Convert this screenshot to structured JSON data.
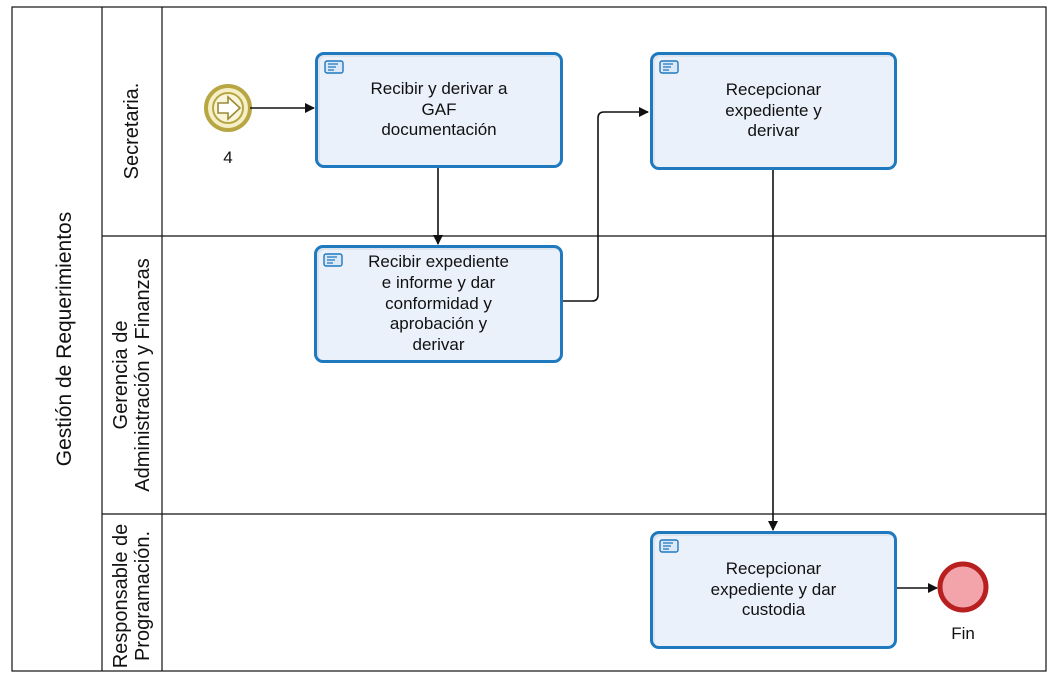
{
  "pool": {
    "title": "Gestión de Requerimientos"
  },
  "lanes": [
    {
      "label": "Secretaria."
    },
    {
      "label": "Gerencia de\nAdministración y Finanzas"
    },
    {
      "label": "Responsable de\nProgramación."
    }
  ],
  "start_event": {
    "label": "4"
  },
  "end_event": {
    "label": "Fin"
  },
  "tasks": [
    {
      "text": "Recibir y derivar a\nGAF\ndocumentación"
    },
    {
      "text": "Recepcionar\nexpediente y\nderivar"
    },
    {
      "text": "Recibir expediente\ne informe y dar\nconformidad y\naprobación  y\nderivar"
    },
    {
      "text": "Recepcionar\nexpediente y dar\ncustodia"
    }
  ],
  "colors": {
    "task_border": "#1f79bf",
    "task_fill": "#eaf1fb",
    "start_event": "#b8a642",
    "end_event": "#b82020"
  }
}
